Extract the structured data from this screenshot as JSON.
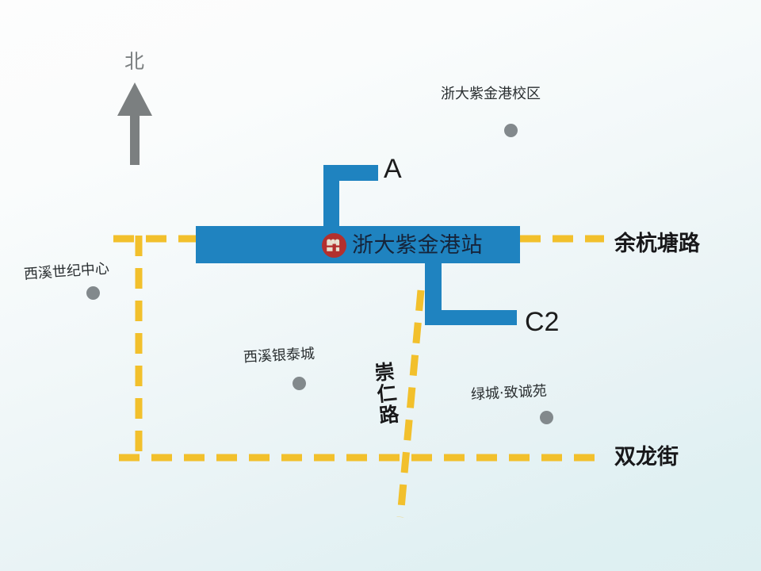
{
  "map": {
    "compass": {
      "label": "北",
      "icon": "north-arrow-icon"
    },
    "station": {
      "name": "浙大紫金港站",
      "logo_icon": "hangzhou-metro-logo-icon",
      "logo_color": "#b3302e",
      "body_color": "#1f83c0"
    },
    "exits": [
      {
        "id": "A",
        "label": "A"
      },
      {
        "id": "C2",
        "label": "C2"
      }
    ],
    "roads": [
      {
        "id": "yuhangtang",
        "label": "余杭塘路",
        "orientation": "horizontal"
      },
      {
        "id": "shuanglong",
        "label": "双龙街",
        "orientation": "horizontal"
      },
      {
        "id": "chongren",
        "label": "崇仁路",
        "orientation": "vertical"
      }
    ],
    "road_color": "#f2c02c",
    "pois": [
      {
        "id": "zju-zijingang-campus",
        "label": "浙大紫金港校区"
      },
      {
        "id": "xixi-century-center",
        "label": "西溪世纪中心"
      },
      {
        "id": "xixi-intime-city",
        "label": "西溪银泰城"
      },
      {
        "id": "lvcheng-zhichengyuan",
        "label": "绿城·致诚苑"
      }
    ],
    "poi_dot_color": "#82898c",
    "background_colors": {
      "top": "#fdfdfd",
      "bottom": "#ddeff1"
    }
  }
}
